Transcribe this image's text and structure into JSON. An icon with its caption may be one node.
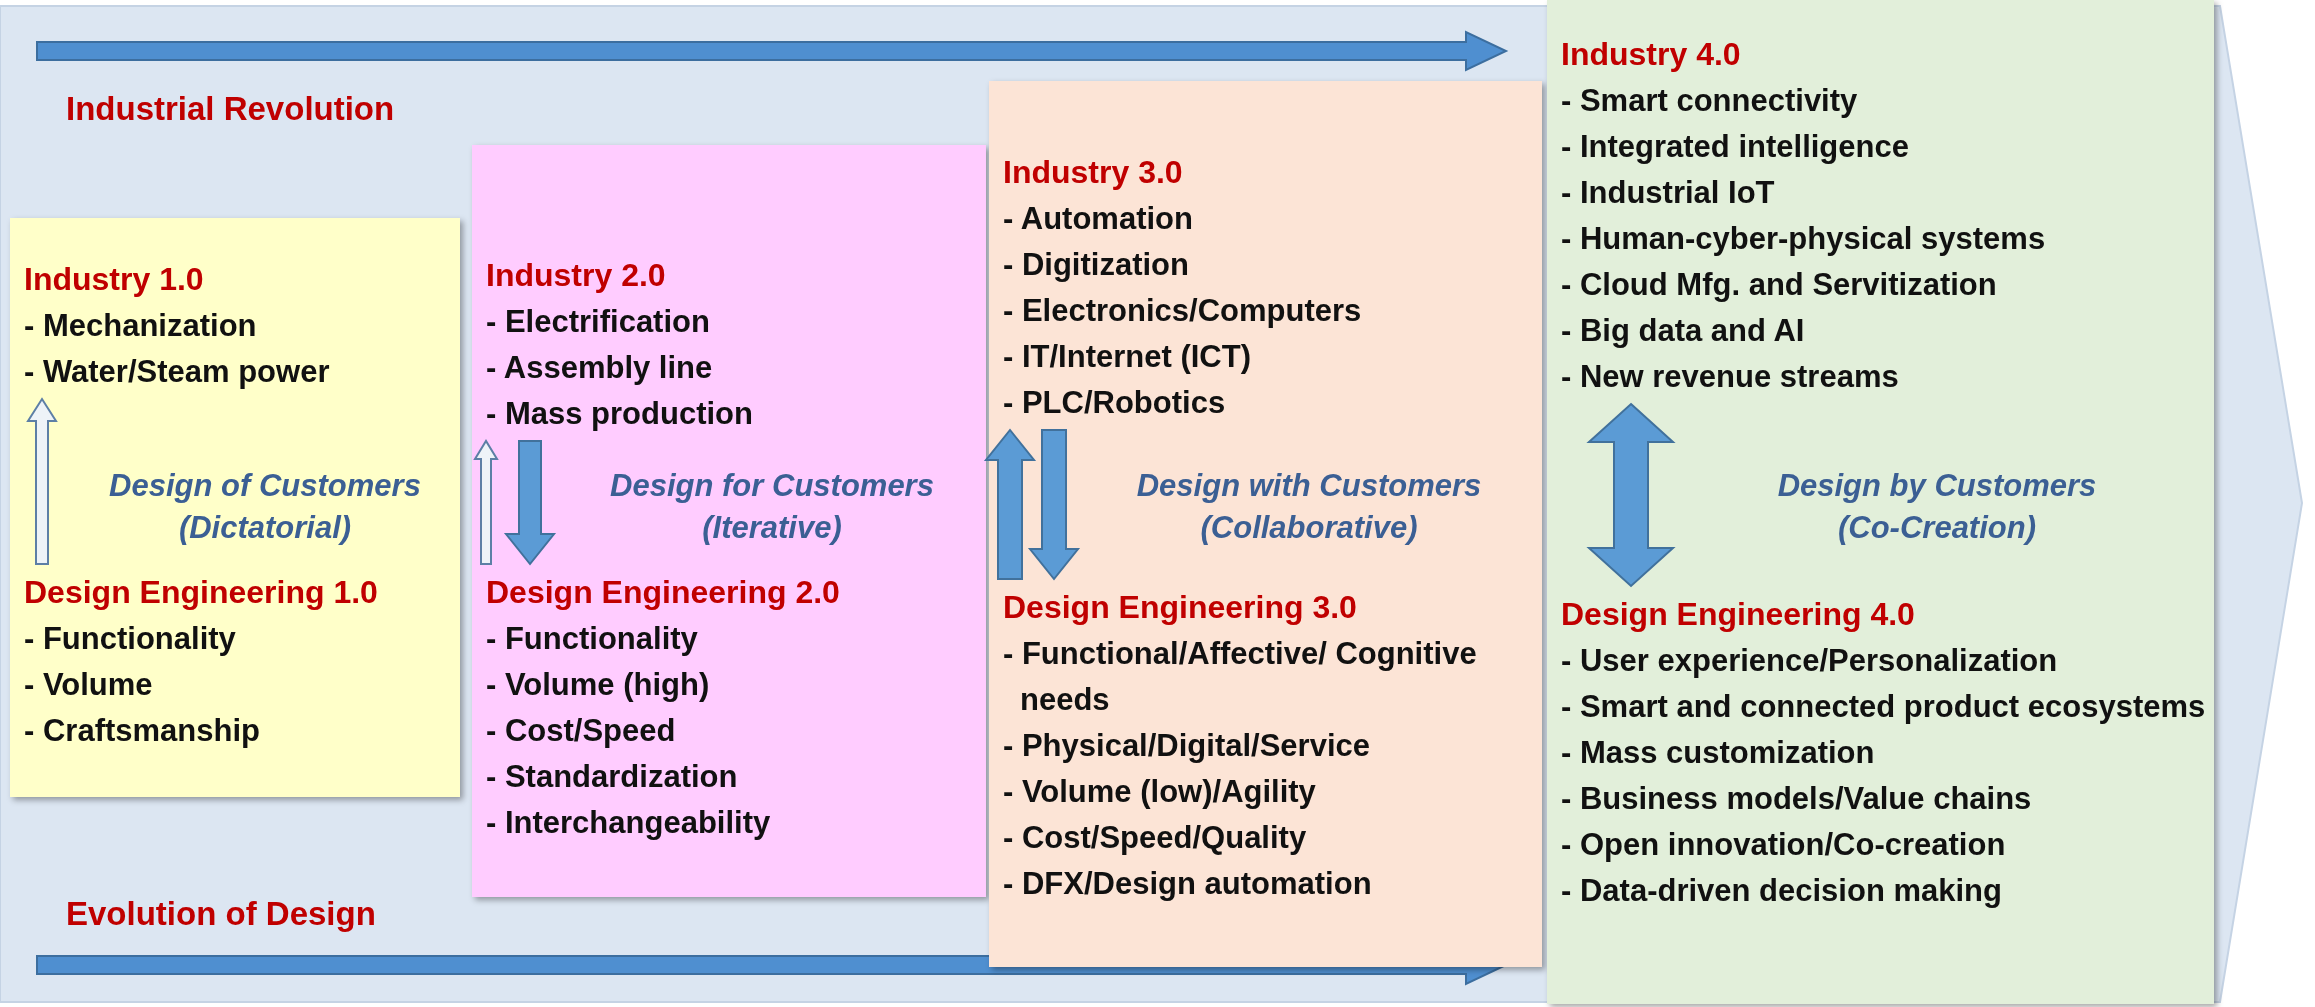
{
  "diagram": {
    "nodes": [
      {
        "text": [],
        "shape": "box"
      },
      {
        "text": [
          "Industry 1.0",
          "- Mechanization",
          "- Water/Steam power"
        ],
        "in": 0
      },
      {
        "text": [
          "Design *of* Customers",
          "(Dictatorial)"
        ],
        "in": 0
      },
      {
        "text": [
          "Design Engineering 1.0",
          "- Functionality",
          "- Volume",
          "- Craftsmanship"
        ],
        "in": 0
      },
      {
        "text": [],
        "shape": "box"
      },
      {
        "text": [
          "Industry 2.0",
          "- Electrification",
          "- Assembly line",
          "- Mass production"
        ],
        "in": 4
      },
      {
        "text": [
          "Design *for* Customers",
          "(Iterative)"
        ],
        "in": 4
      },
      {
        "text": [
          "Design Engineering 2.0",
          "- Functionality",
          "- Volume (high)",
          "- Cost/Speed",
          "- Standardization",
          "- Interchangeability"
        ],
        "in": 4
      },
      {
        "text": [],
        "shape": "box"
      },
      {
        "text": [
          "Industry 3.0",
          "- Automation",
          "- Digitization",
          "- Electronics/Computers",
          "- IT/Internet (ICT)",
          "- PLC/Robotics"
        ],
        "in": 8
      },
      {
        "text": [
          "Design *with* Customers",
          "(Collaborative)"
        ],
        "in": 8
      },
      {
        "text": [
          "Design Engineering 3.0",
          "- Functional/Affective/ Cognitive needs",
          "- Physical/Digital/Service",
          "- Volume (low)/Agility",
          "- Cost/Speed/Quality",
          "- DFX/Design automation"
        ],
        "in": 8
      },
      {
        "text": [],
        "shape": "box"
      },
      {
        "text": [
          "Industry 4.0",
          "- Smart connectivity",
          "- Integrated intelligence",
          "- Industrial IoT",
          "- Human-cyber-physical systems",
          "- Cloud Mfg. and Servitization",
          "- Big data and AI",
          "- New revenue streams"
        ],
        "in": 12
      },
      {
        "text": [
          "Design *by* Customers",
          "(Co-Creation)"
        ],
        "in": 12
      },
      {
        "text": [
          "Design Engineering 4.0",
          "- User experience/Personalization",
          "- Smart and connected product ecosystems",
          "- Mass customization",
          "- Business models/Value chains",
          "- Open innovation/Co-creation",
          "- Data-driven decision making"
        ],
        "in": 12
      }
    ],
    "edges": [
      {
        "from": 3,
        "to": 1,
        "arrow": "to",
        "color": "#eef3f8"
      },
      {
        "from": 7,
        "to": 5,
        "arrow": "to",
        "color": "#eef3f8"
      },
      {
        "from": 5,
        "to": 7,
        "arrow": "to"
      },
      {
        "from": 11,
        "to": 9,
        "arrow": "to"
      },
      {
        "from": 9,
        "to": 11,
        "arrow": "to"
      },
      {
        "from": 13,
        "to": 15,
        "arrow": "both"
      }
    ],
    "labels": [
      "Industrial Revolution",
      "Evolution of Design"
    ]
  }
}
